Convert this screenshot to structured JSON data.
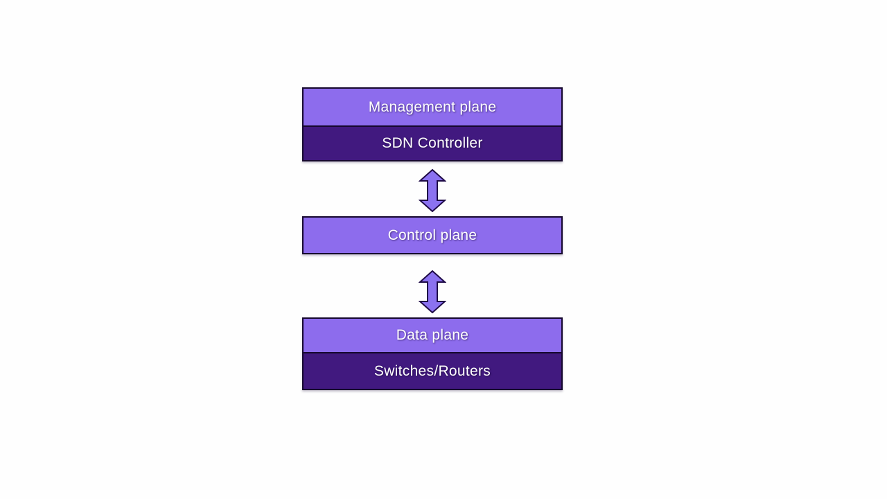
{
  "diagram": {
    "layers": [
      {
        "label": "Management plane",
        "sublabel": "SDN Controller"
      },
      {
        "label": "Control plane"
      },
      {
        "label": "Data plane",
        "sublabel": "Switches/Routers"
      }
    ],
    "arrows": [
      {
        "type": "bidirectional-vertical",
        "from": "Management plane / SDN Controller",
        "to": "Control plane"
      },
      {
        "type": "bidirectional-vertical",
        "from": "Control plane",
        "to": "Data plane"
      }
    ],
    "colors": {
      "light_purple": "#8d6ced",
      "dark_purple": "#41197f",
      "box_border": "#16082e",
      "arrow_fill": "#8b72f0",
      "arrow_stroke": "#1e0a46",
      "label_text": "#ffffff",
      "bg": "#fefefe"
    }
  }
}
